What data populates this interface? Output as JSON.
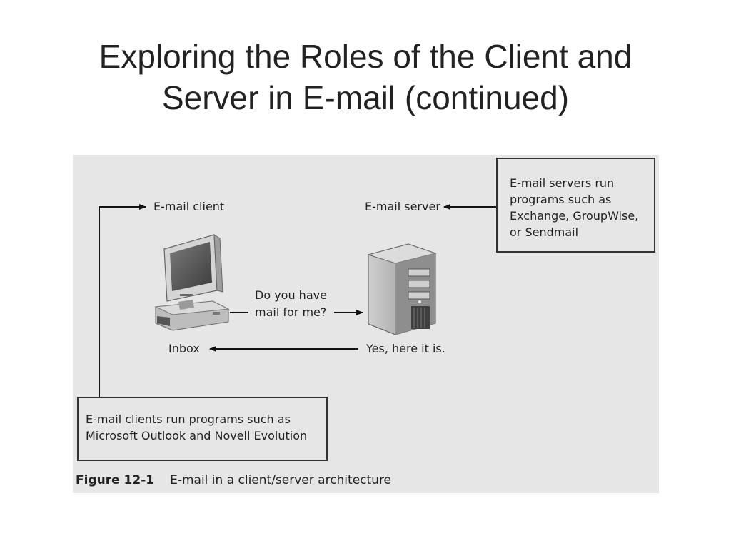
{
  "slide": {
    "title_line1": "Exploring the Roles of the Client and",
    "title_line2": "Server in E-mail (continued)"
  },
  "figure": {
    "client_label": "E-mail client",
    "server_label": "E-mail server",
    "question_line1": "Do you have",
    "question_line2": "mail for me?",
    "inbox_label": "Inbox",
    "answer_label": "Yes, here it is.",
    "server_note": [
      "E-mail servers run",
      "programs such as",
      "Exchange, GroupWise,",
      "or Sendmail"
    ],
    "client_note": [
      "E-mail clients run programs such as",
      "Microsoft Outlook and Novell Evolution"
    ],
    "caption_number": "Figure 12-1",
    "caption_text": "E-mail in a client/server architecture"
  }
}
